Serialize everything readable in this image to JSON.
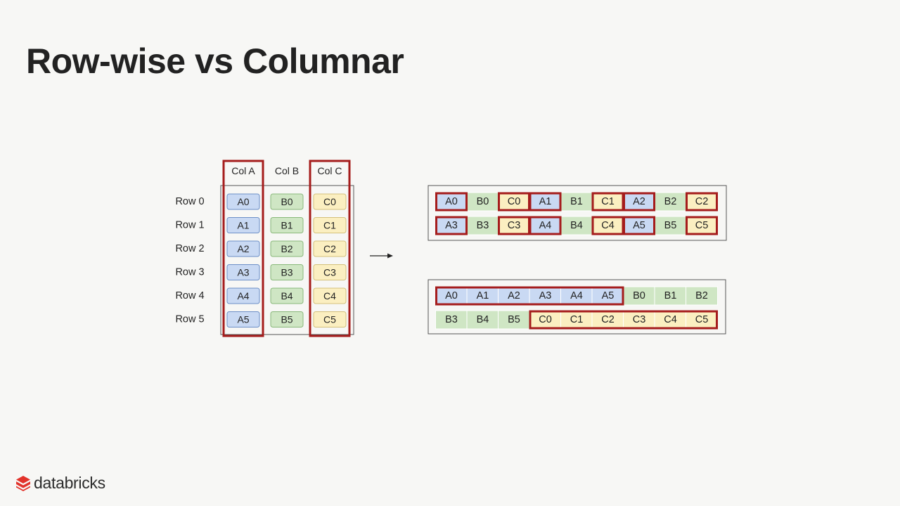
{
  "slide": {
    "title": "Row-wise vs Columnar"
  },
  "table": {
    "columns": [
      "Col A",
      "Col B",
      "Col C"
    ],
    "rows": [
      "Row 0",
      "Row 1",
      "Row 2",
      "Row 3",
      "Row 4",
      "Row 5"
    ],
    "cells": [
      [
        "A0",
        "B0",
        "C0"
      ],
      [
        "A1",
        "B1",
        "C1"
      ],
      [
        "A2",
        "B2",
        "C2"
      ],
      [
        "A3",
        "B3",
        "C3"
      ],
      [
        "A4",
        "B4",
        "C4"
      ],
      [
        "A5",
        "B5",
        "C5"
      ]
    ],
    "highlighted_columns": [
      "Col A",
      "Col C"
    ]
  },
  "arrow": {
    "icon": "right-arrow-icon"
  },
  "row_wise_layout": {
    "lines": [
      [
        "A0",
        "B0",
        "C0",
        "A1",
        "B1",
        "C1",
        "A2",
        "B2",
        "C2"
      ],
      [
        "A3",
        "B3",
        "C3",
        "A4",
        "B4",
        "C4",
        "A5",
        "B5",
        "C5"
      ]
    ]
  },
  "columnar_layout": {
    "lines": [
      [
        "A0",
        "A1",
        "A2",
        "A3",
        "A4",
        "A5",
        "B0",
        "B1",
        "B2"
      ],
      [
        "B3",
        "B4",
        "B5",
        "C0",
        "C1",
        "C2",
        "C3",
        "C4",
        "C5"
      ]
    ]
  },
  "colors": {
    "a_fill": "#c9d9f3",
    "a_stroke": "#6c8fc7",
    "b_fill": "#cfe6c4",
    "b_stroke": "#89b87a",
    "c_fill": "#fbefc1",
    "c_stroke": "#d4c07a",
    "highlight": "#a51c1c",
    "frame": "#555555"
  },
  "footer": {
    "logo_text": "databricks",
    "logo_icon": "databricks-logo-icon"
  }
}
